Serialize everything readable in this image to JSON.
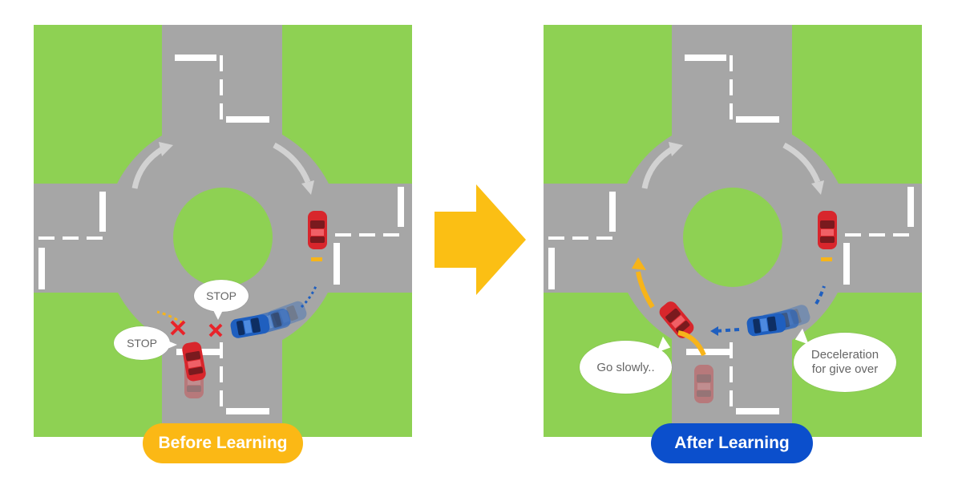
{
  "colors": {
    "grass": "#8ed153",
    "road": "#a6a6a6",
    "road_marking": "#ffffff",
    "circulation_arrow": "#d2d2d2",
    "car_red": "#d8262c",
    "car_blue": "#1f5fbf",
    "trajectory_orange": "#f7b41a",
    "stop_cross": "#e8232a",
    "transition_arrow": "#fbbf14",
    "caption_before_bg": "#fbb815",
    "caption_after_bg": "#0b4fcc"
  },
  "before_panel": {
    "caption": "Before Learning",
    "bubbles": {
      "stop_top": "STOP",
      "stop_left": "STOP"
    },
    "icons": [
      "cross-mark-icon",
      "cross-mark-icon",
      "red-car-icon",
      "blue-car-icon"
    ]
  },
  "after_panel": {
    "caption": "After Learning",
    "bubbles": {
      "go_slowly": "Go slowly..",
      "deceleration_line1": "Deceleration",
      "deceleration_line2": "for give over"
    },
    "icons": [
      "red-car-icon",
      "blue-car-icon",
      "curved-arrow-icon"
    ]
  },
  "transition_icon": "right-arrow-icon"
}
